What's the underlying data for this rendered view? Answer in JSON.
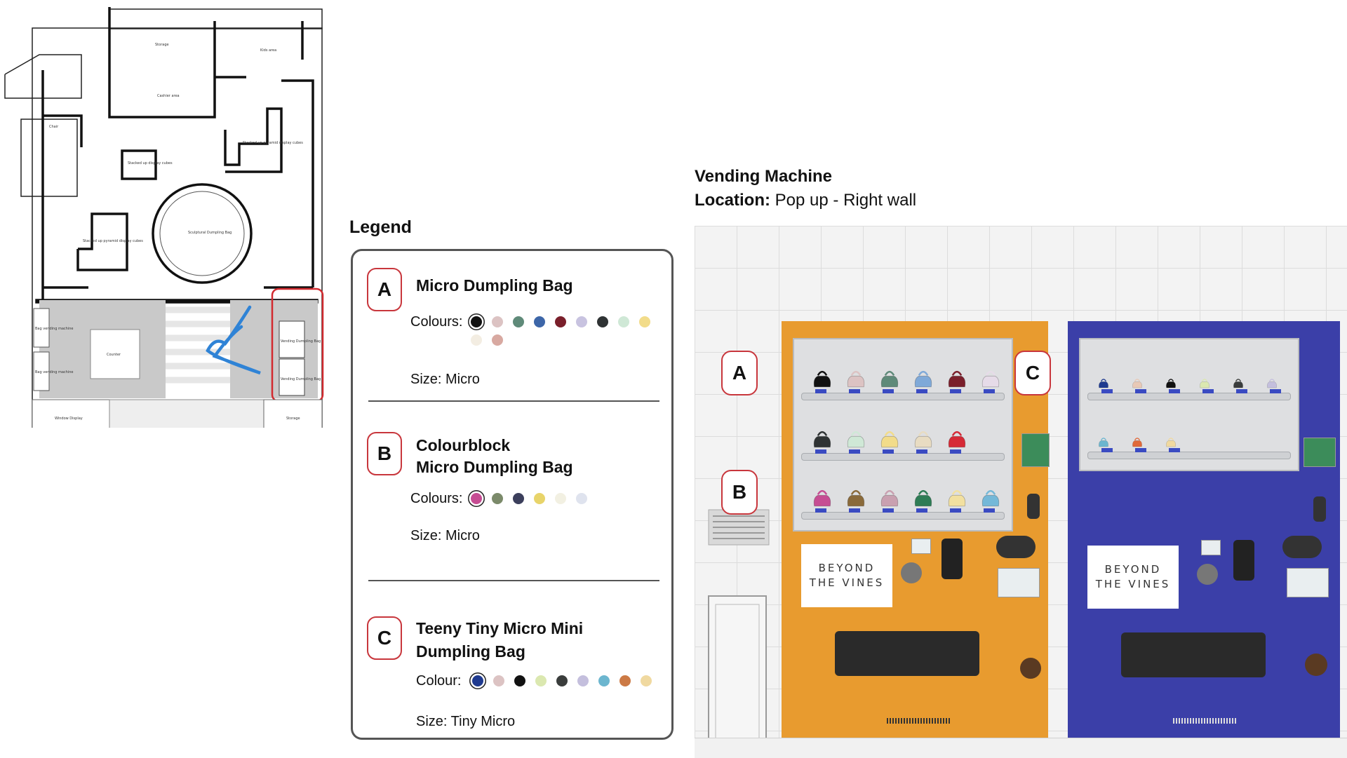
{
  "floorplan": {
    "labels": {
      "storage": "Storage",
      "kids_area": "Kids area",
      "cashier_area": "Cashier area",
      "chair": "Chair",
      "stacked_display": "Stacked up display cubes",
      "stacked_display_2": "Stacked up pyramid display cubes",
      "stacked_display_3": "Stacked up pyramid display cubes",
      "round_display": "Sculptural Dumpling Bag",
      "counter": "Counter",
      "bag_machine_1": "Bag vending machine",
      "bag_machine_2": "Bag vending machine",
      "right_machine_1": "Vending Dumpling Bag",
      "right_machine_2": "Vending Dumpling Bag",
      "window_display": "Window Display",
      "storage_2": "Storage"
    }
  },
  "legend": {
    "heading": "Legend",
    "items": [
      {
        "badge": "A",
        "name_line1": "Micro Dumpling Bag",
        "name_line2": "",
        "colours_label": "Colours:",
        "swatches": [
          "#111111",
          "#dcc3c3",
          "#5f8a79",
          "#3d66a8",
          "#7a1f2b",
          "#c8c3e0",
          "#2f3334",
          "#cfe8d6",
          "#f2dc8a",
          "#f3ede2",
          "#d8a9a1"
        ],
        "size": "Size: Micro"
      },
      {
        "badge": "B",
        "name_line1": "Colourblock",
        "name_line2": "Micro Dumpling Bag",
        "colours_label": "Colours:",
        "swatches": [
          "#c64d93",
          "#7b8a6a",
          "#3c3f5c",
          "#e8d46a",
          "#f2f0e2",
          "#dfe3ee"
        ],
        "size": "Size: Micro"
      },
      {
        "badge": "C",
        "name_line1": "Teeny Tiny Micro Mini",
        "name_line2": "Dumpling Bag",
        "colours_label": "Colour:",
        "swatches": [
          "#1f3a8f",
          "#dcc3c3",
          "#111111",
          "#dbe8b0",
          "#3a3d3c",
          "#c4bfdd",
          "#6cb6cf",
          "#cc7a45",
          "#f0d9a0"
        ],
        "size": "Size: Tiny Micro"
      }
    ]
  },
  "vending": {
    "title": "Vending Machine",
    "location_label": "Location:",
    "location_value": "Pop up - Right wall",
    "badges": [
      "A",
      "B",
      "C"
    ],
    "brand_line1": "BEYOND",
    "brand_line2": "THE VINES",
    "colors": {
      "left_machine": "#e89b2f",
      "right_machine": "#3b3fa8",
      "badge_border": "#c8363c",
      "path": "#2f83d6"
    }
  }
}
